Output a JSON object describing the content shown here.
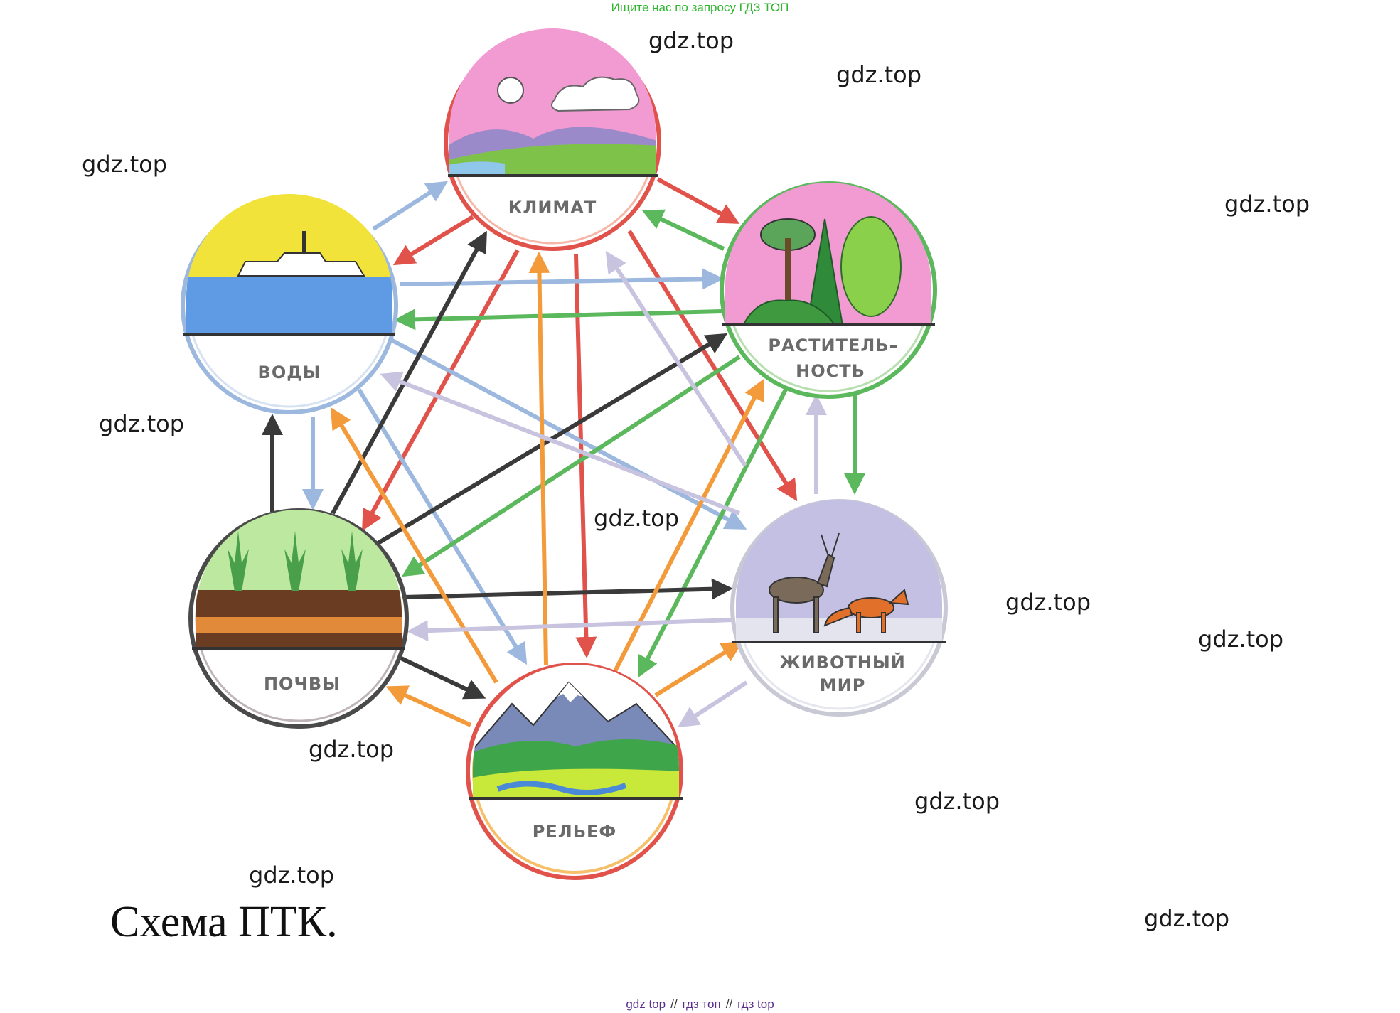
{
  "banner": "Ищите нас по запросу ГДЗ ТОП",
  "watermarks": [
    "gdz.top",
    "gdz.top",
    "gdz.top",
    "gdz.top",
    "gdz.top",
    "gdz.top",
    "gdz.top",
    "gdz.top",
    "gdz.top",
    "gdz.top",
    "gdz.top",
    "gdz.top"
  ],
  "nodes": {
    "climate": "КЛИМАТ",
    "water": "ВОДЫ",
    "vegetation_1": "РАСТИТЕЛЬ–",
    "vegetation_2": "НОСТЬ",
    "soil": "ПОЧВЫ",
    "animals_1": "ЖИВОТНЫЙ",
    "animals_2": "МИР",
    "relief": "РЕЛЬЕФ"
  },
  "caption": "Схема ПТК.",
  "footer": {
    "a": "gdz top",
    "sep": "//",
    "b": "гдз топ",
    "c": "гдз top"
  },
  "colors": {
    "climate": "#e0524a",
    "water": "#9cb8de",
    "vegetation": "#5cb85c",
    "soil": "#3a3a3a",
    "animals": "#b8b8c8",
    "relief": "#f39a3a"
  }
}
